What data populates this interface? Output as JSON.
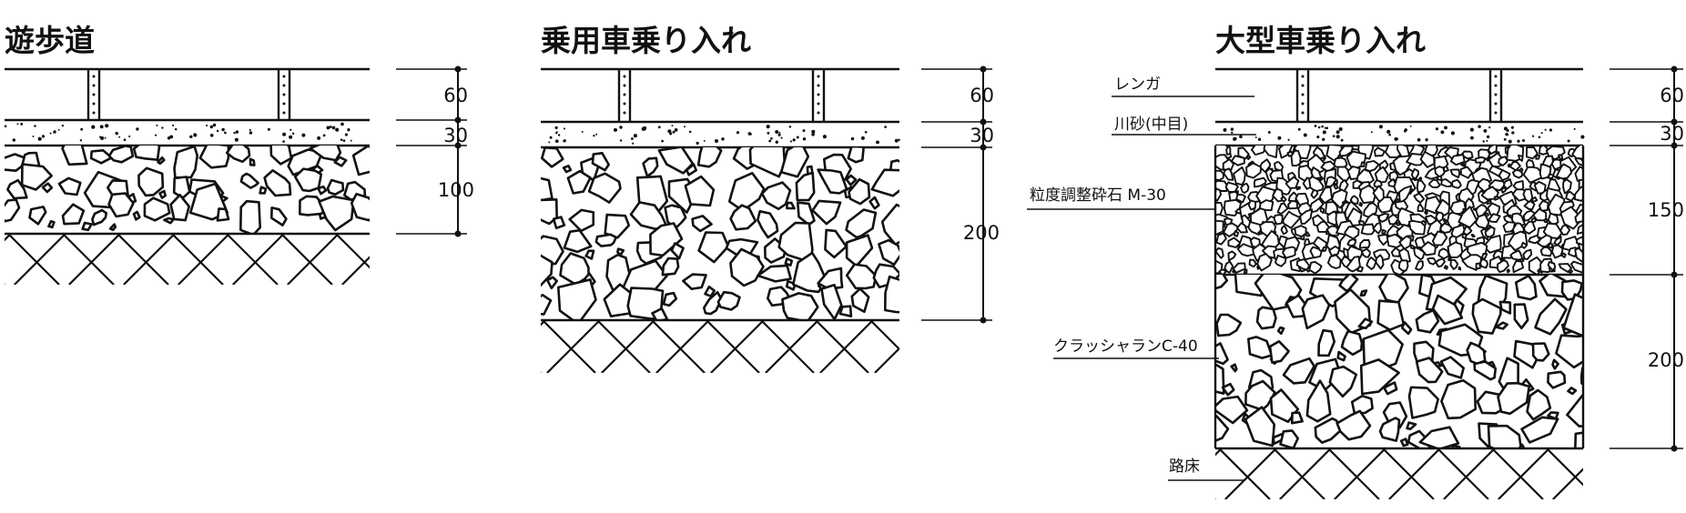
{
  "sections": [
    {
      "title": "遊歩道",
      "layers": [
        {
          "material": "brick",
          "thickness": "60"
        },
        {
          "material": "sand",
          "thickness": "30"
        },
        {
          "material": "gravel",
          "thickness": "100"
        },
        {
          "material": "subgrade"
        }
      ]
    },
    {
      "title": "乗用車乗り入れ",
      "layers": [
        {
          "material": "brick",
          "thickness": "60"
        },
        {
          "material": "sand",
          "thickness": "30"
        },
        {
          "material": "gravel",
          "thickness": "200"
        },
        {
          "material": "subgrade"
        }
      ]
    },
    {
      "title": "大型車乗り入れ",
      "layers": [
        {
          "material": "brick",
          "thickness": "60",
          "label": "レンガ"
        },
        {
          "material": "sand",
          "thickness": "30",
          "label": "川砂(中目)"
        },
        {
          "material": "fine-gravel",
          "thickness": "150",
          "label": "粒度調整砕石 M-30"
        },
        {
          "material": "gravel",
          "thickness": "200",
          "label": "クラッシャランC-40"
        },
        {
          "material": "subgrade",
          "label": "路床"
        }
      ]
    }
  ],
  "colors": {
    "ink": "#111111",
    "paper": "#ffffff"
  }
}
